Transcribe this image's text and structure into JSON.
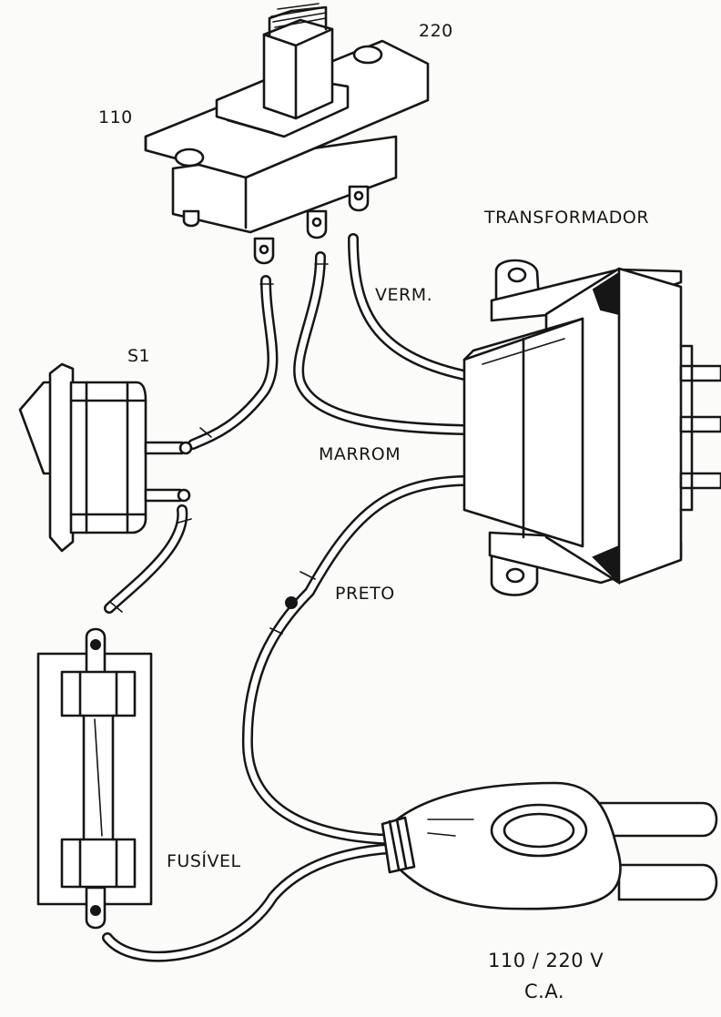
{
  "labels": {
    "switch_110": "110",
    "switch_220": "220",
    "transformer": "TRANSFORMADOR",
    "wire_red": "VERM.",
    "switch_s1": "S1",
    "wire_brown": "MARROM",
    "wire_black": "PRETO",
    "fuse": "FUSÍVEL",
    "voltage": "110 / 220 V",
    "ac": "C.A."
  },
  "colors": {
    "ink": "#161616",
    "paper": "#fbfbf9"
  }
}
